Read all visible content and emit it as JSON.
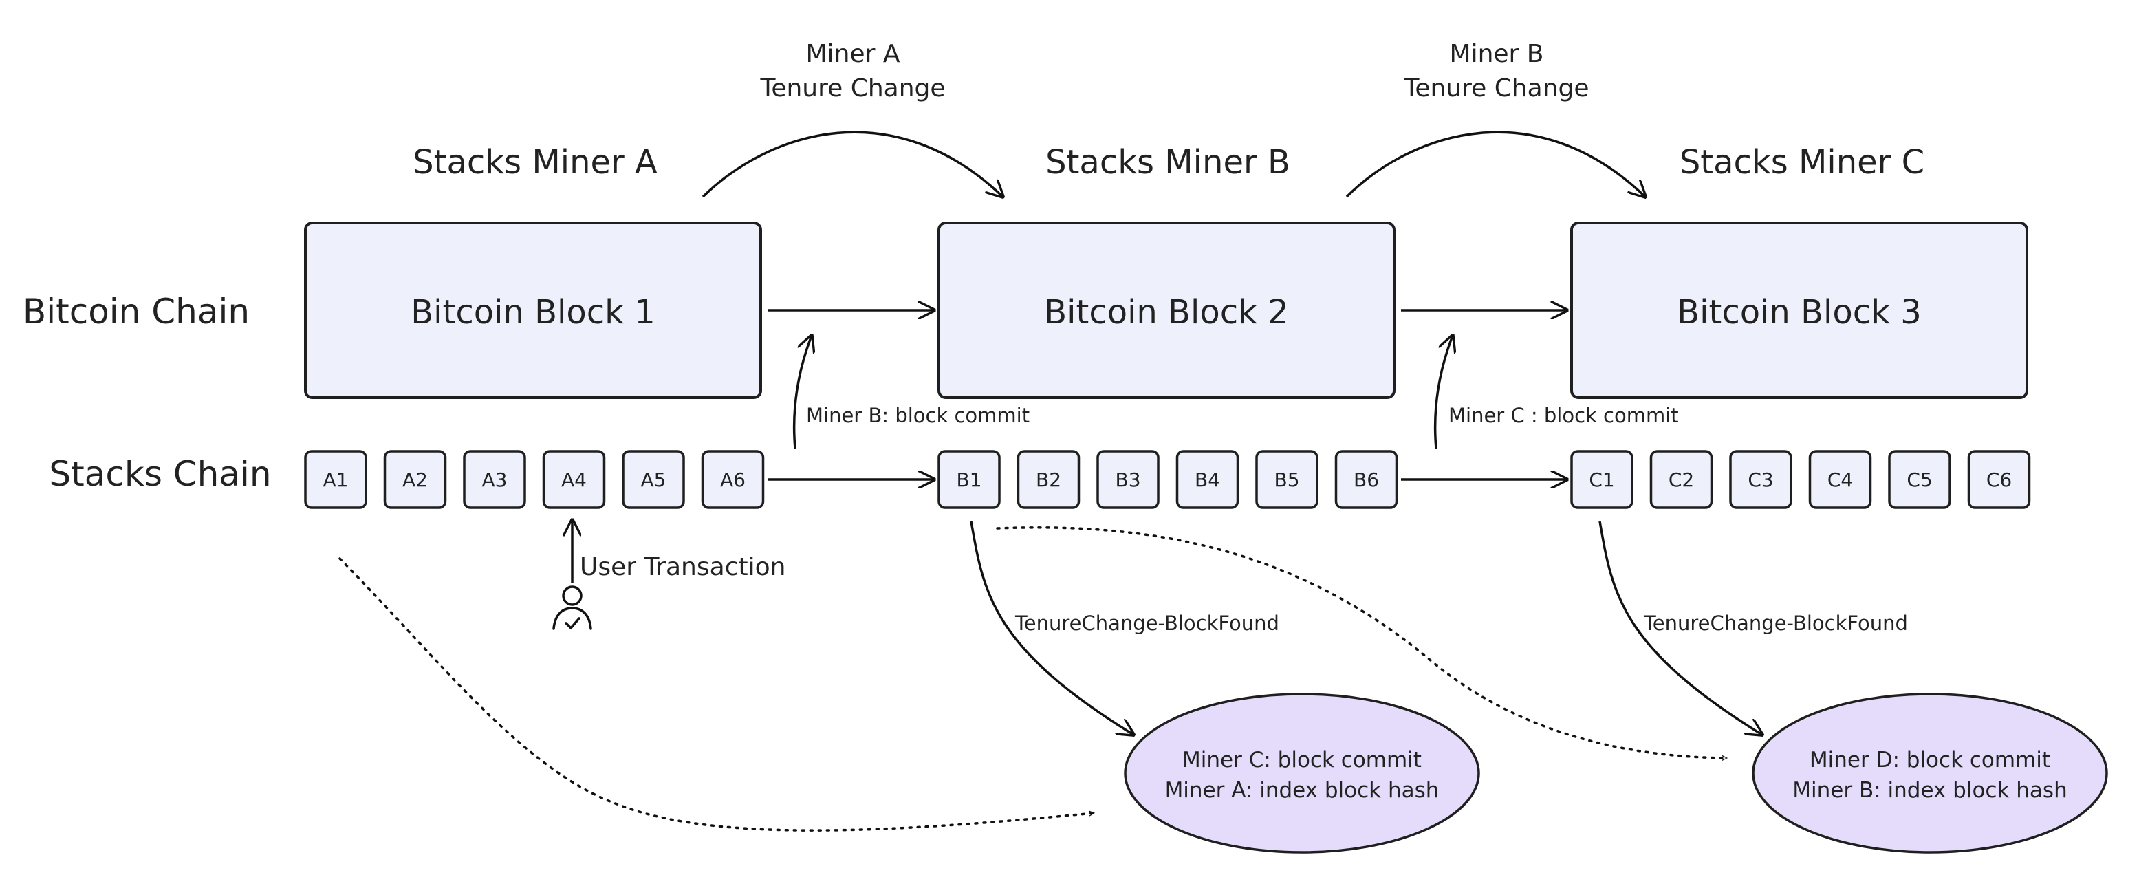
{
  "row_labels": {
    "bitcoin": "Bitcoin Chain",
    "stacks": "Stacks Chain"
  },
  "miners": [
    {
      "label": "Stacks Miner A"
    },
    {
      "label": "Stacks Miner B"
    },
    {
      "label": "Stacks Miner C"
    }
  ],
  "bitcoin_blocks": [
    {
      "label": "Bitcoin Block 1"
    },
    {
      "label": "Bitcoin Block 2"
    },
    {
      "label": "Bitcoin Block 3"
    }
  ],
  "stacks_blocks": [
    [
      "A1",
      "A2",
      "A3",
      "A4",
      "A5",
      "A6"
    ],
    [
      "B1",
      "B2",
      "B3",
      "B4",
      "B5",
      "B6"
    ],
    [
      "C1",
      "C2",
      "C3",
      "C4",
      "C5",
      "C6"
    ]
  ],
  "tenure_changes": [
    {
      "line1": "Miner A",
      "line2": "Tenure Change"
    },
    {
      "line1": "Miner B",
      "line2": "Tenure Change"
    }
  ],
  "block_commits": [
    {
      "label": "Miner B:  block commit"
    },
    {
      "label": "Miner C : block commit"
    }
  ],
  "user_transaction": {
    "label": "User Transaction",
    "icon": "user-check-icon"
  },
  "tenure_found": [
    {
      "label": "TenureChange-BlockFound"
    },
    {
      "label": "TenureChange-BlockFound"
    }
  ],
  "ellipses": [
    {
      "line1": "Miner C:  block commit",
      "line2": "Miner A:  index block hash"
    },
    {
      "line1": "Miner D:  block commit",
      "line2": "Miner B:  index block hash"
    }
  ],
  "colors": {
    "block_fill": "#eef1fb",
    "ellipse_fill": "#e4dcfa",
    "stroke": "#1f1f1f"
  }
}
